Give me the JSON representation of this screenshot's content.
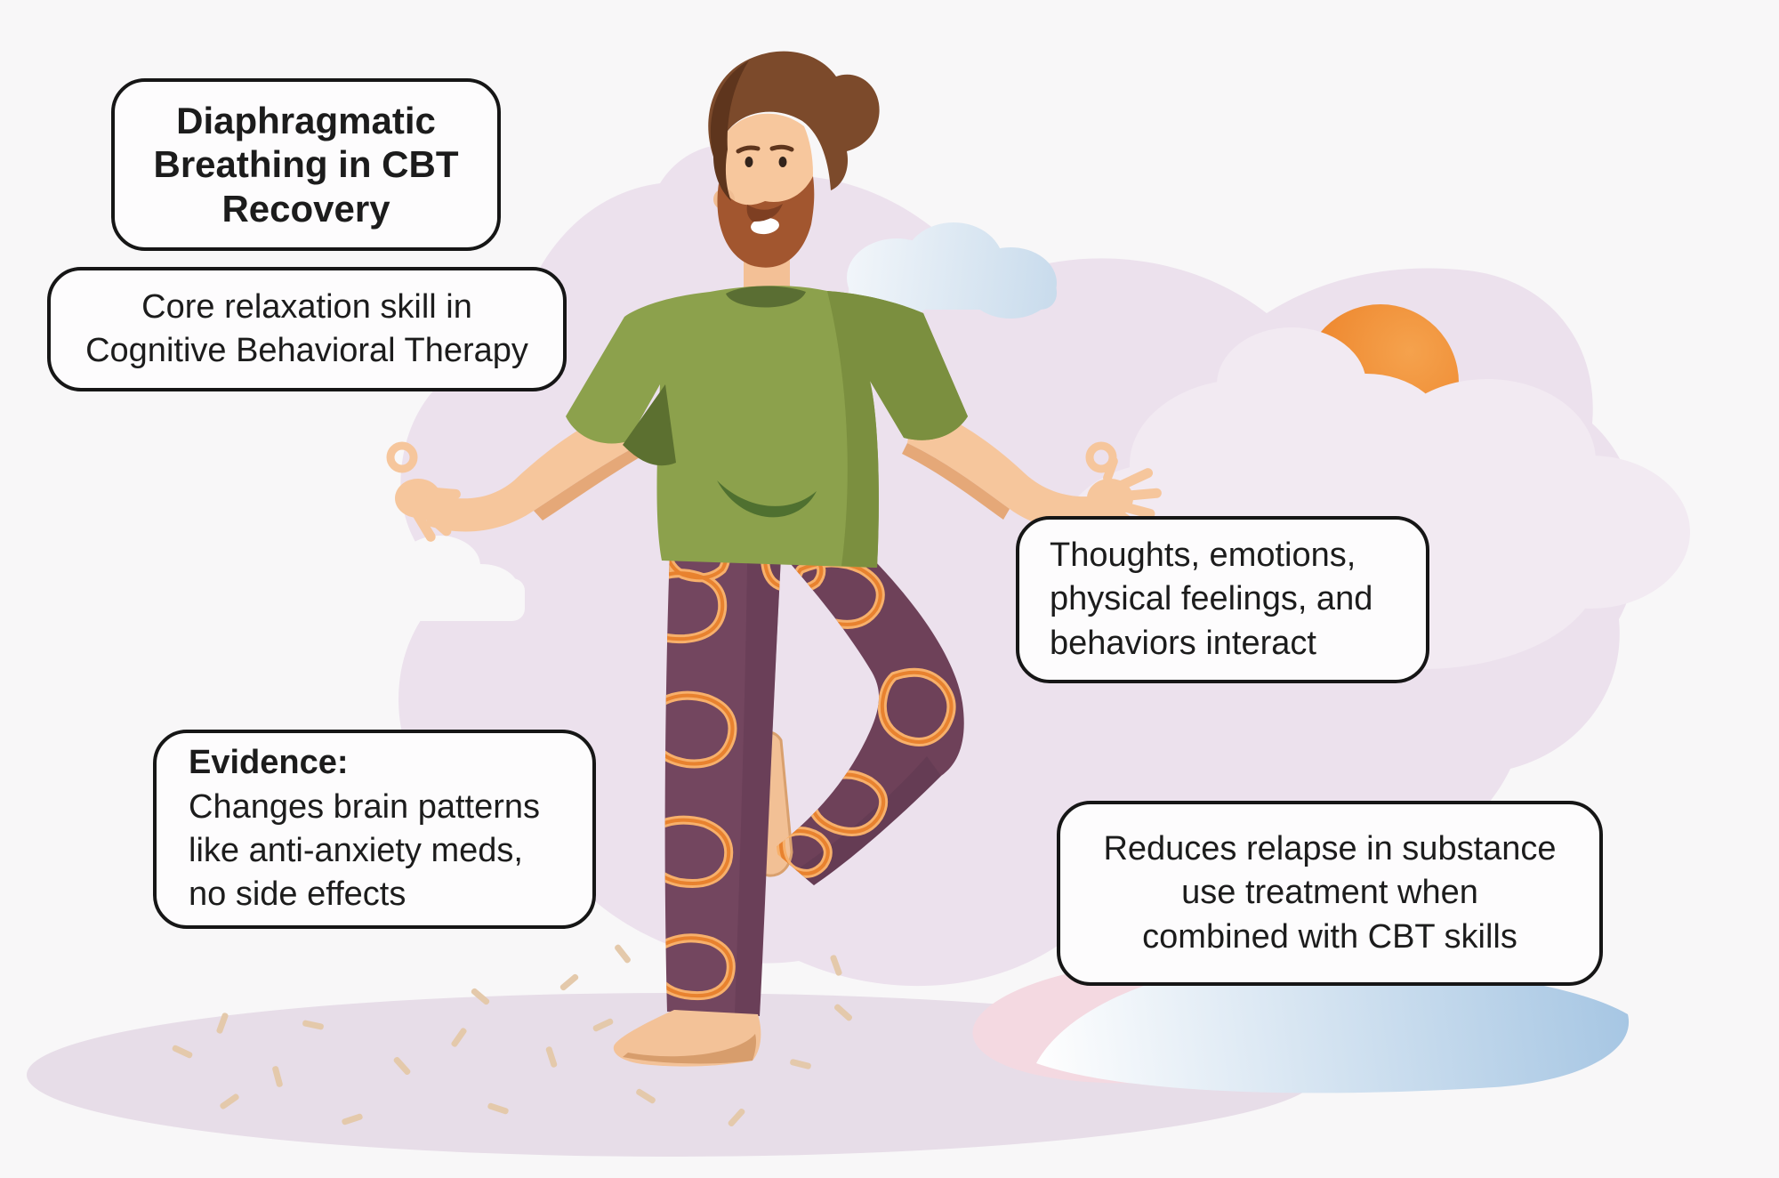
{
  "infographic": {
    "title": "Diaphragmatic\nBreathing in CBT\nRecovery",
    "subtitle": "Core relaxation skill in\nCognitive Behavioral Therapy",
    "callout_interaction": "Thoughts, emotions,\nphysical feelings, and\nbehaviors interact",
    "evidence": {
      "label": "Evidence:",
      "body": "Changes brain patterns\nlike anti-anxiety meds,\nno side effects"
    },
    "callout_relapse": "Reduces relapse in substance\nuse treatment when\ncombined with CBT skills"
  },
  "palette": {
    "background": "#f8f7f8",
    "box_background": "#fdfcfd",
    "box_border": "#161616",
    "text": "#1c1c1c",
    "blob_pink": "#ece1ed",
    "cloud_pale": "#f2eaf2",
    "cloud_blue": "#c9dbec",
    "sun_orange": "#ee8832",
    "ground_lavender": "#e7dde8",
    "confetti_tan": "#e4c9ab",
    "bottom_blob_pink": "#f4d9e1",
    "bottom_blob_blue": "#a6c6e3",
    "shirt_green": "#8ca14c",
    "shirt_collar_green": "#5a6e33",
    "pants_purple": "#73465f",
    "pants_pattern_orange": "#ef9544",
    "skin": "#f6c79e",
    "hair_brown": "#7c4a2b",
    "beard_rust": "#a2562f"
  }
}
